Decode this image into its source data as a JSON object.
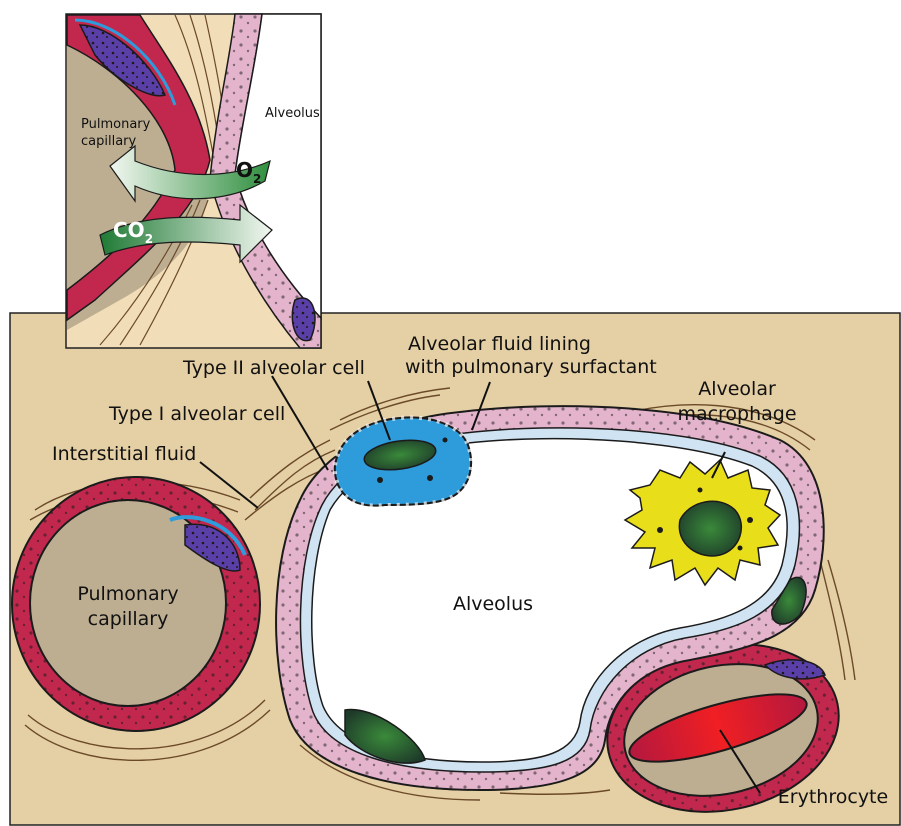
{
  "inset": {
    "pulmonary_capillary_line1": "Pulmonary",
    "pulmonary_capillary_line2": "capillary",
    "alveolus": "Alveolus",
    "o2_main": "O",
    "o2_sub": "2",
    "co2_main": "CO",
    "co2_sub": "2"
  },
  "labels": {
    "type2_cell": "Type II alveolar cell",
    "fluid_lining_line1": "Alveolar fluid lining",
    "fluid_lining_line2": "with pulmonary surfactant",
    "type1_cell": "Type I alveolar cell",
    "interstitial_fluid": "Interstitial fluid",
    "macrophage_line1": "Alveolar",
    "macrophage_line2": "macrophage",
    "capillary_line1": "Pulmonary",
    "capillary_line2": "capillary",
    "alveolus": "Alveolus",
    "erythrocyte": "Erythrocyte"
  },
  "colors": {
    "tissue_tan": "#E5CFA4",
    "capillary_wall": "#C2284E",
    "alveolar_wall": "#E3B4CC",
    "type2_blue": "#2E9BDB",
    "macrophage_yellow": "#E9DE1A",
    "erythrocyte_red": "#E8202A",
    "plasma_gray": "#BDAE92",
    "o2_green": "#3A9A4A",
    "co2_green": "#1F7A35"
  }
}
